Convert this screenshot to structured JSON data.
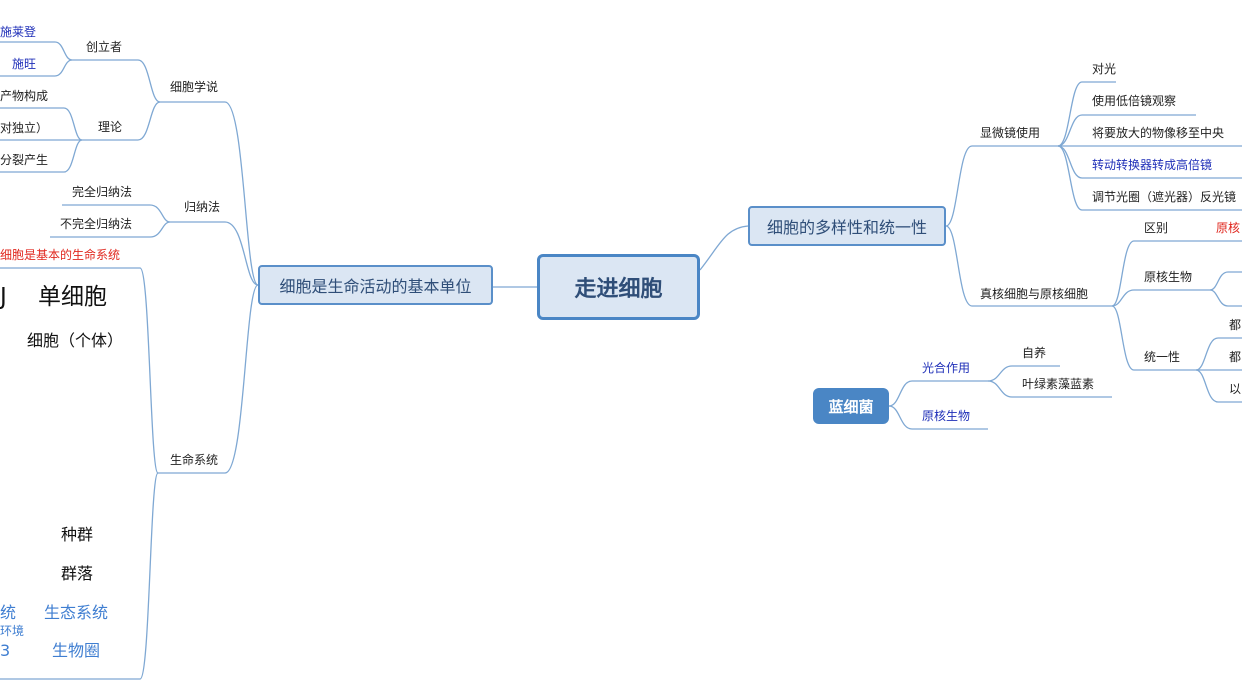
{
  "root": "走进细胞",
  "left": {
    "main": "细胞是生命活动的基本单位",
    "theory": {
      "label": "细胞学说",
      "founders": {
        "label": "创立者",
        "items": [
          "施莱登",
          "施旺"
        ]
      },
      "content": {
        "label": "理论",
        "items": [
          "产物构成",
          "对独立）",
          "分裂产生"
        ]
      }
    },
    "induction": {
      "label": "归纳法",
      "items": [
        "完全归纳法",
        "不完全归纳法"
      ]
    },
    "life_system": {
      "label": "生命系统",
      "header": "细胞是基本的生命系统",
      "levels": {
        "unicell": "单细胞",
        "cut_left": "J",
        "cell_individual": "细胞（个体）",
        "population": "种群",
        "community": "群落",
        "ecosystem": "生态系统",
        "ecosystem_cut": "统",
        "environment_cut": "环境",
        "biosphere": "生物圈",
        "biosphere_cut": "3"
      }
    }
  },
  "right": {
    "main": "细胞的多样性和统一性",
    "microscope": {
      "label": "显微镜使用",
      "steps": [
        "对光",
        "使用低倍镜观察",
        "将要放大的物像移至中央",
        "转动转换器转成高倍镜",
        "调节光圈（遮光器）反光镜"
      ]
    },
    "eu_pro": {
      "label": "真核细胞与原核细胞",
      "difference": {
        "label": "区别",
        "value": "原核"
      },
      "prokaryote": "原核生物",
      "unity": {
        "label": "统一性",
        "items": [
          "都",
          "都",
          "以"
        ]
      }
    }
  },
  "floating": {
    "label": "蓝细菌",
    "photosynthesis": {
      "label": "光合作用",
      "items": [
        "自养",
        "叶绿素藻蓝素"
      ]
    },
    "prokaryote": "原核生物"
  },
  "colors": {
    "node_fill": "#dbe6f3",
    "node_border": "#4a86c5",
    "link": "#7fa8d3",
    "floating_fill": "#4a86c5"
  }
}
